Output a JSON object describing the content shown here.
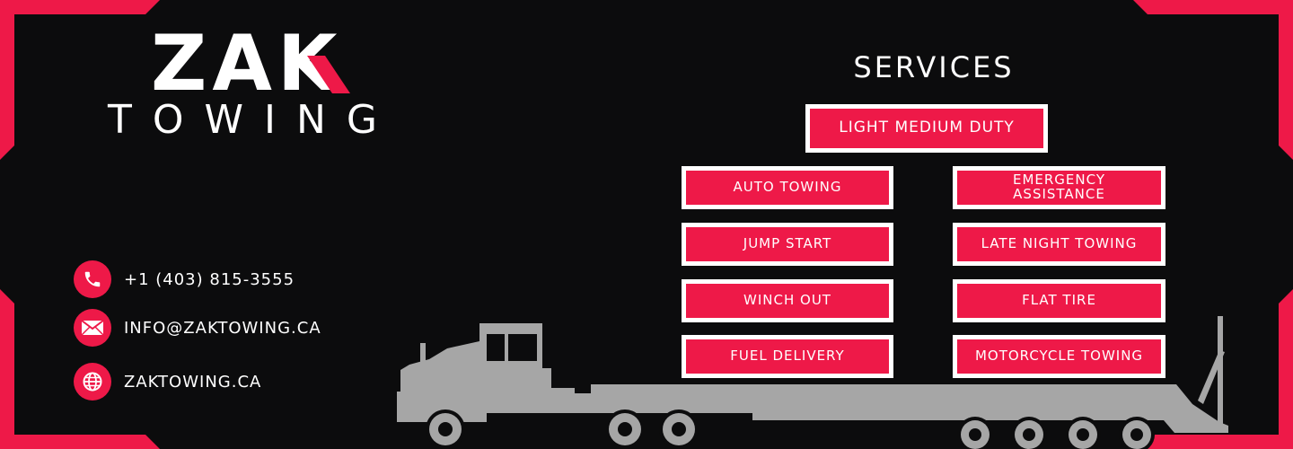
{
  "brand": {
    "name_line1": "ZAK",
    "name_line2": "TOWING"
  },
  "contact": [
    {
      "icon": "phone-icon",
      "text": "+1 (403) 815-3555"
    },
    {
      "icon": "envelope-icon",
      "text": "INFO@ZAKTOWING.CA"
    },
    {
      "icon": "globe-icon",
      "text": "ZAKTOWING.CA"
    }
  ],
  "services": {
    "title": "SERVICES",
    "featured": "LIGHT MEDIUM DUTY",
    "left": [
      "AUTO TOWING",
      "JUMP START",
      "WINCH OUT",
      "FUEL DELIVERY"
    ],
    "right": [
      "EMERGENCY ASSISTANCE",
      "LATE NIGHT TOWING",
      "FLAT TIRE",
      "MOTORCYCLE TOWING"
    ]
  },
  "colors": {
    "accent": "#ee1948",
    "background": "#0c0c0d",
    "truck": "#a6a6a6",
    "text": "#ffffff"
  }
}
